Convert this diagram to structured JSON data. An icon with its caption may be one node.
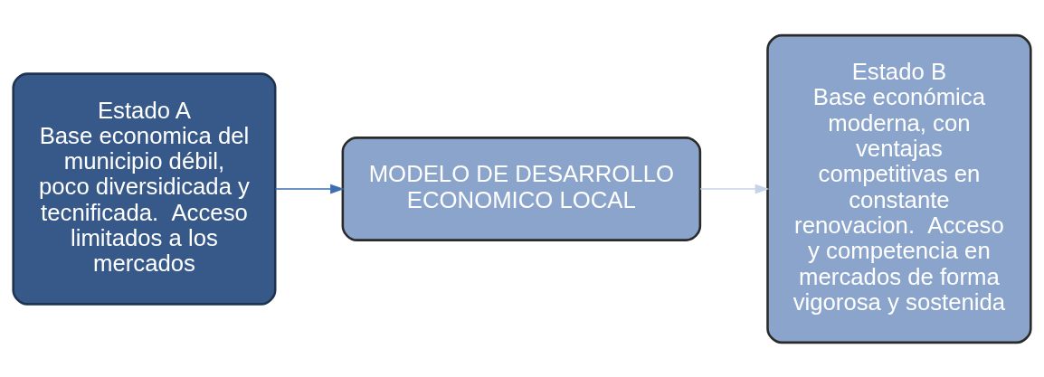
{
  "diagram": {
    "nodes": [
      {
        "text": [
          "Estado A",
          "Base economica del municipio débil, poco diversidicada y tecnificada.  Acceso limitados a los mercados"
        ]
      },
      {
        "text": [
          "MODELO DE DESARROLLO ECONOMICO LOCAL"
        ]
      },
      {
        "text": [
          "Estado B",
          "Base económica moderna, con ventajas competitivas en constante renovacion.  Acceso y competencia en mercados de forma vigorosa y sostenida"
        ]
      }
    ],
    "edges": [
      {
        "from": 0,
        "to": 1,
        "arrow": "to",
        "color": "#3d6eb0"
      },
      {
        "from": 1,
        "to": 2,
        "arrow": "to",
        "color": "#c5d3e8"
      }
    ]
  }
}
